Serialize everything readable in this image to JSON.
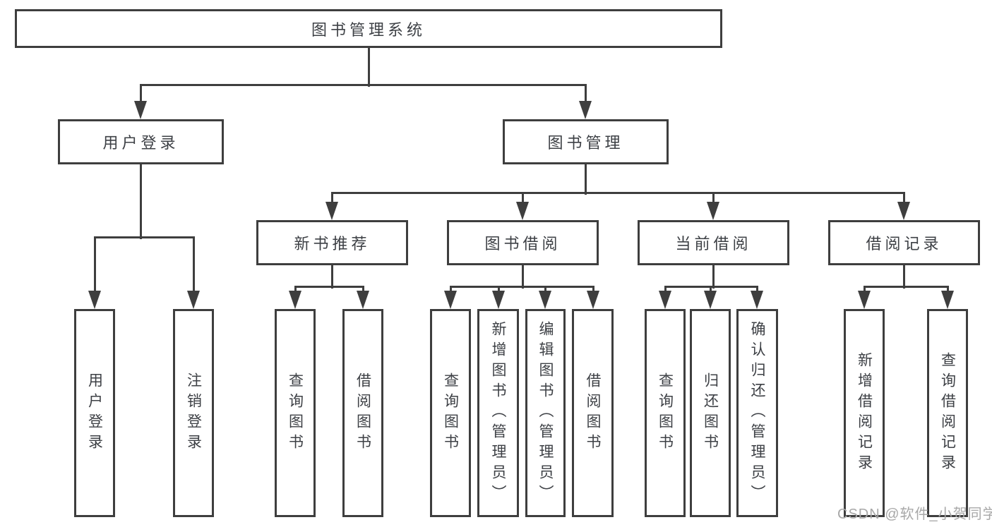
{
  "colors": {
    "line": "#3e3e3e",
    "text": "#3d4045",
    "watermark": "#a8a8a8",
    "background": "#ffffff"
  },
  "watermark": {
    "text": "CSDN @软件_小贺同学"
  },
  "tree": {
    "root": {
      "label": "图书管理系统",
      "children": [
        {
          "label": "用户登录",
          "children": [
            {
              "label": "用户登录"
            },
            {
              "label": "注销登录"
            }
          ]
        },
        {
          "label": "图书管理",
          "children": [
            {
              "label": "新书推荐",
              "children": [
                {
                  "label": "查询图书"
                },
                {
                  "label": "借阅图书"
                }
              ]
            },
            {
              "label": "图书借阅",
              "children": [
                {
                  "label": "查询图书"
                },
                {
                  "label": "新增图书（管理员）"
                },
                {
                  "label": "编辑图书（管理员）"
                },
                {
                  "label": "借阅图书"
                }
              ]
            },
            {
              "label": "当前借阅",
              "children": [
                {
                  "label": "查询图书"
                },
                {
                  "label": "归还图书"
                },
                {
                  "label": "确认归还（管理员）"
                }
              ]
            },
            {
              "label": "借阅记录",
              "children": [
                {
                  "label": "新增借阅记录"
                },
                {
                  "label": "查询借阅记录"
                }
              ]
            }
          ]
        }
      ]
    }
  }
}
